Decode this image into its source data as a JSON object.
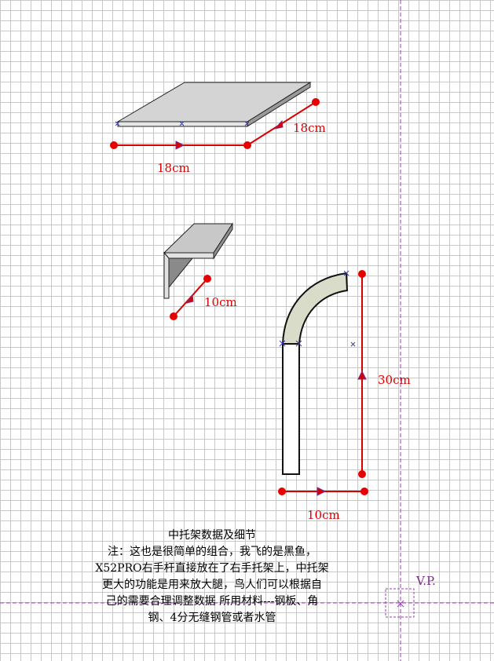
{
  "dimensions": {
    "shelf_depth": "18cm",
    "shelf_width": "18cm",
    "angle_leg": "10cm",
    "tube_height": "30cm",
    "tube_base": "10cm"
  },
  "vanishing_point_label": "V.P.",
  "caption": {
    "title": "中托架数据及细节",
    "lines": [
      "注：这也是很简单的组合，我飞的是黑鱼，",
      "X52PRO右手杆直接放在了右手托架上，中托架",
      "更大的功能是用来放大腿，鸟人们可以根据自",
      "己的需要合理调整数据  所用材料---钢板、角",
      "钢、4分无缝钢管或者水管"
    ]
  },
  "colors": {
    "dimension": "#d90000",
    "vanishing": "#7a2a8c",
    "grid": "#c8c8c8"
  }
}
